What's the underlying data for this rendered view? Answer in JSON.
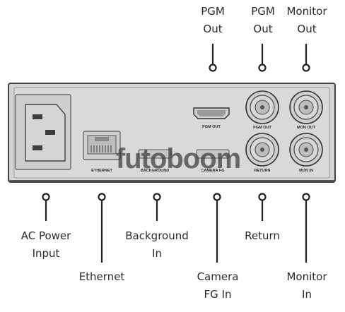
{
  "top_callouts": [
    {
      "id": "pgm-out-hdmi",
      "lines": [
        "PGM",
        "Out"
      ]
    },
    {
      "id": "pgm-out-sdi",
      "lines": [
        "PGM",
        "Out"
      ]
    },
    {
      "id": "monitor-out",
      "lines": [
        "Monitor",
        "Out"
      ]
    }
  ],
  "bottom_callouts": [
    {
      "id": "ac-power",
      "lines": [
        "AC Power",
        "Input"
      ]
    },
    {
      "id": "ethernet",
      "lines": [
        "Ethernet"
      ]
    },
    {
      "id": "background-in",
      "lines": [
        "Background",
        "In"
      ]
    },
    {
      "id": "camera-fg-in",
      "lines": [
        "Camera",
        "FG In"
      ]
    },
    {
      "id": "return",
      "lines": [
        "Return"
      ]
    },
    {
      "id": "monitor-in",
      "lines": [
        "Monitor",
        "In"
      ]
    }
  ],
  "port_labels": {
    "ethernet": "ETHERNET",
    "background": "BACKGROUND",
    "pgm_out_hdmi": "PGM OUT",
    "camera_fg": "CAMERA FG",
    "pgm_out_sdi": "PGM OUT",
    "return": "RETURN",
    "mon_out": "MON OUT",
    "mon_in": "MON IN"
  },
  "watermark": "futoboom",
  "colors": {
    "panel": "#d4d4d4",
    "panel_border": "#444444",
    "line": "#222222"
  }
}
